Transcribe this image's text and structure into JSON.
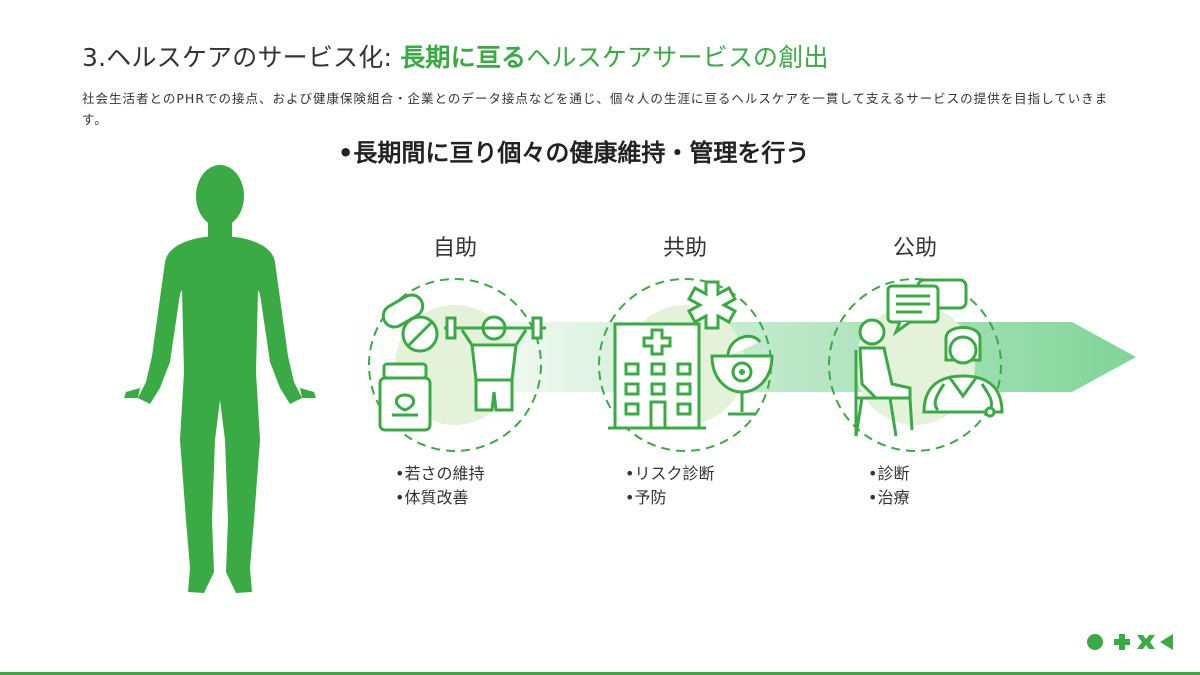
{
  "header": {
    "title_prefix": "3.ヘルスケアのサービス化: ",
    "title_strong": "長期に亘る",
    "title_accent": "ヘルスケアサービスの創出",
    "description": "社会生活者とのPHRでの接点、および健康保険組合・企業とのデータ接点などを通じ、個々人の生涯に亘るヘルスケアを一貫して支えるサービスの提供を目指していきます。"
  },
  "subheading": "•長期間に亘り個々の健康維持・管理を行う",
  "columns": [
    {
      "title": "自助",
      "bullets": [
        "•若さの維持",
        "•体質改善"
      ]
    },
    {
      "title": "共助",
      "bullets": [
        "•リスク診断",
        "•予防"
      ]
    },
    {
      "title": "公助",
      "bullets": [
        "•診断",
        "•治療"
      ]
    }
  ],
  "colors": {
    "accent": "#3aaa45",
    "light_accent": "#e3f2d8",
    "arrow_light": "#8ed8a0"
  },
  "icons": [
    "human-silhouette-icon",
    "pills-icon",
    "supplement-jar-icon",
    "weightlifter-icon",
    "hospital-building-icon",
    "medical-star-icon",
    "medical-bowl-icon",
    "patient-chair-icon",
    "doctor-icon",
    "chat-bubble-icon",
    "company-logo-icon"
  ]
}
